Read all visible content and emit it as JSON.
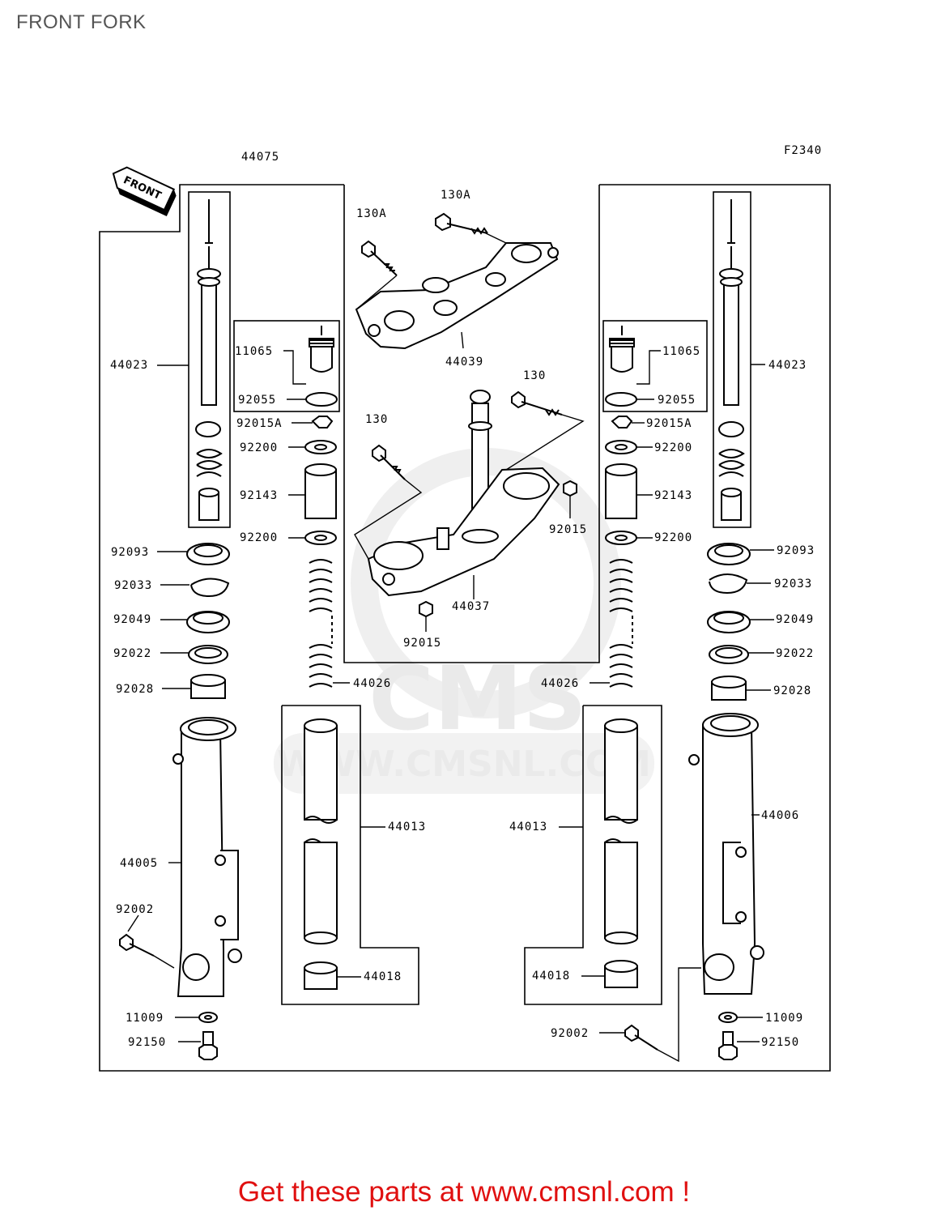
{
  "title": "FRONT FORK",
  "footer": "Get these parts at www.cmsnl.com !",
  "figure_code": "F2340",
  "front_arrow_label": "FRONT",
  "watermark": {
    "logo": "CMS",
    "url": "WWW.CMSNL.COM"
  },
  "parts": {
    "p44075": "44075",
    "p130a_1": "130A",
    "p130a_2": "130A",
    "p44039": "44039",
    "p130_1": "130",
    "p130_2": "130",
    "p92015_1": "92015",
    "p92015_2": "92015",
    "p44037": "44037",
    "l44023": "44023",
    "l11065": "11065",
    "l92055": "92055",
    "l92015a": "92015A",
    "l92200a": "92200",
    "l92143": "92143",
    "l92200b": "92200",
    "l92093": "92093",
    "l92033": "92033",
    "l92049": "92049",
    "l92022": "92022",
    "l92028": "92028",
    "l44026": "44026",
    "l44005": "44005",
    "l44013": "44013",
    "l92002": "92002",
    "l44018": "44018",
    "l11009": "11009",
    "l92150": "92150",
    "r44023": "44023",
    "r11065": "11065",
    "r92055": "92055",
    "r92015a": "92015A",
    "r92200a": "92200",
    "r92143": "92143",
    "r92200b": "92200",
    "r92093": "92093",
    "r92033": "92033",
    "r92049": "92049",
    "r92022": "92022",
    "r92028": "92028",
    "r44026": "44026",
    "r44006": "44006",
    "r44013": "44013",
    "r44018": "44018",
    "r92002": "92002",
    "r11009": "11009",
    "r92150": "92150"
  },
  "colors": {
    "line": "#000000",
    "part_fill": "#ffffff",
    "watermark": "#eaeaea",
    "footer": "#e01010",
    "title": "#555555"
  }
}
